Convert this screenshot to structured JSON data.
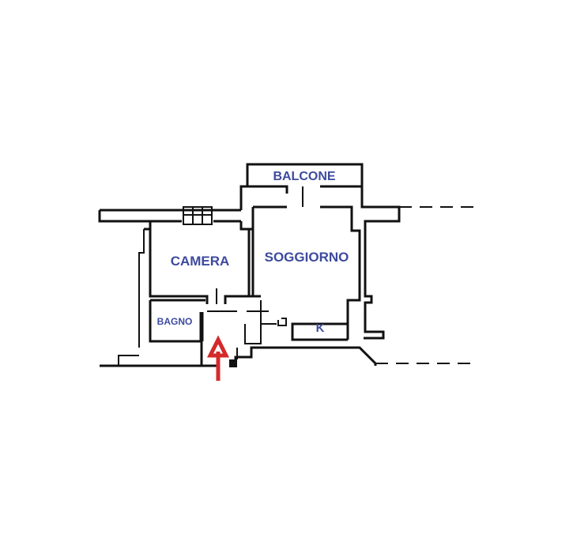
{
  "rooms": {
    "balcone": "BALCONE",
    "soggiorno": "SOGGIORNO",
    "camera": "CAMERA",
    "bagno": "BAGNO",
    "kitchen": "K"
  },
  "colors": {
    "label": "#3d4a9e",
    "wall": "#111111",
    "entrance_arrow": "#d42a2a"
  },
  "icons": {
    "entrance": "arrow-up-icon"
  }
}
